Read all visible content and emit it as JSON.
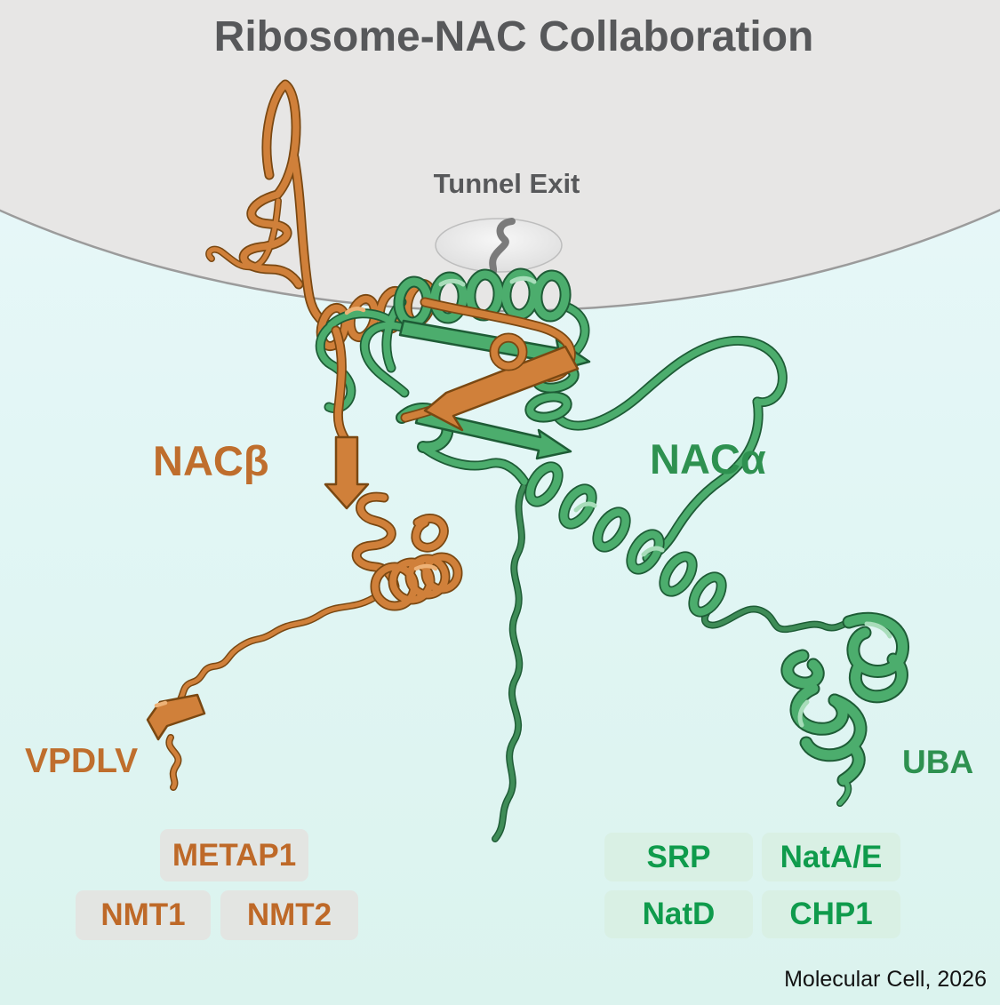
{
  "figure": {
    "title": "Ribosome-NAC Collaboration",
    "citation": "Molecular Cell, 2026"
  },
  "ribosome": {
    "tunnel_exit_label": "Tunnel Exit"
  },
  "nac_beta": {
    "label": "NACβ",
    "terminal_motif": "VPDLV",
    "factors": [
      {
        "label": "METAP1"
      },
      {
        "label": "NMT1"
      },
      {
        "label": "NMT2"
      }
    ],
    "color": "#BF6E2D"
  },
  "nac_alpha": {
    "label": "NACα",
    "domain_label": "UBA",
    "factors": [
      {
        "label": "SRP"
      },
      {
        "label": "NatA/E"
      },
      {
        "label": "NatD"
      },
      {
        "label": "CHP1"
      }
    ],
    "color": "#2E9150"
  },
  "colors": {
    "background_top": "#EAF8FA",
    "background_bottom": "#DBF3EE",
    "ribosome_gray": "#E7E6E5",
    "orange_ribbon": "#D0803A",
    "green_ribbon": "#4CAD6D",
    "beta_box_bg": "#E3E5E2",
    "alpha_box_bg": "#D9F0E4",
    "title_gray": "#57585A"
  }
}
